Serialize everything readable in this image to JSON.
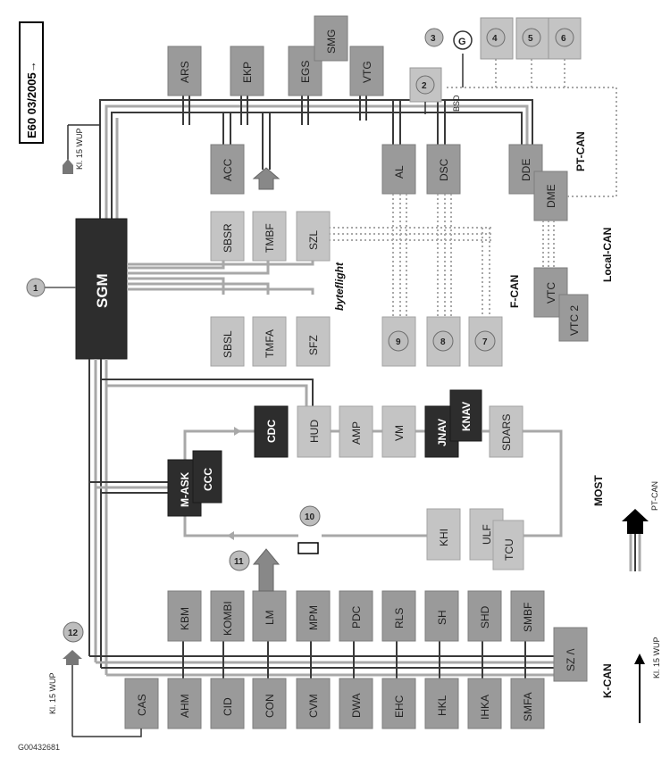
{
  "title_box": "E60 03/2005→",
  "footer_code": "G00432681",
  "sgm": "SGM",
  "bus_labels": {
    "pt_can": "PT-CAN",
    "local_can": "Local-CAN",
    "f_can": "F-CAN",
    "byteflight": "byteflight",
    "most": "MOST",
    "k_can": "K-CAN",
    "bsd": "BSD",
    "kl15_top": "Kl. 15 WUP",
    "kl15_left": "Kl. 15 WUP",
    "kl15_legend": "Kl. 15 WUP",
    "pt_can_legend": "PT-CAN"
  },
  "callouts": [
    "1",
    "2",
    "3",
    "4",
    "5",
    "6",
    "7",
    "8",
    "9",
    "10",
    "11",
    "12"
  ],
  "pt_top": [
    "ARS",
    "EKP",
    "EGS",
    "SMG",
    "VTG"
  ],
  "pt_bottom": [
    "ACC",
    "AL",
    "DSC",
    "DDE",
    "DME",
    "VTC",
    "VTC 2"
  ],
  "bf_top": [
    "SBSR",
    "TMBF",
    "SZL"
  ],
  "bf_bottom": [
    "SBSL",
    "TMFA",
    "SFZ"
  ],
  "most_row": [
    "CDC",
    "HUD",
    "AMP",
    "VM",
    "JNAV",
    "KNAV",
    "SDARS"
  ],
  "most_left": [
    "M-ASK",
    "CCC"
  ],
  "most_bottom": [
    "KHI",
    "ULF",
    "TCU"
  ],
  "k_top": [
    "KBM",
    "KOMBI",
    "LM",
    "MPM",
    "PDC",
    "RLS",
    "SH",
    "SHD",
    "SMBF"
  ],
  "k_bottom": [
    "CAS",
    "AHM",
    "CID",
    "CON",
    "CVM",
    "DWA",
    "EHC",
    "HKL",
    "IHKA",
    "SMFA"
  ],
  "k_side": "SZ /\\",
  "g_symbol": "G"
}
